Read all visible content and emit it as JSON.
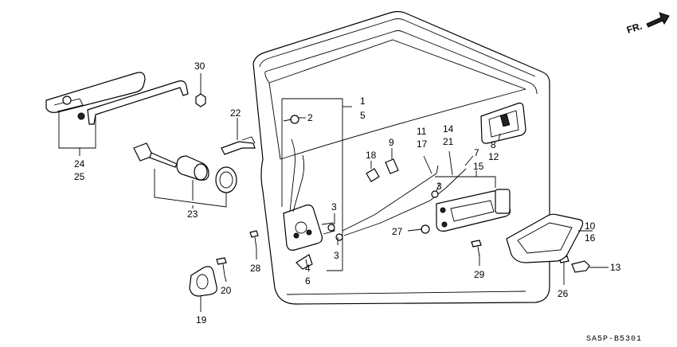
{
  "diagram_code": "SA5P-B5301",
  "direction_label": "FR.",
  "callouts": {
    "c1": "1",
    "c5": "5",
    "c2": "2",
    "c3a": "3",
    "c3b": "3",
    "c3c": "3",
    "c4": "4",
    "c6": "6",
    "c7": "7",
    "c8": "8",
    "c12": "12",
    "c9": "9",
    "c10": "10",
    "c16": "16",
    "c11": "11",
    "c17": "17",
    "c13": "13",
    "c14": "14",
    "c21": "21",
    "c15": "15",
    "c18": "18",
    "c19": "19",
    "c20": "20",
    "c22": "22",
    "c23": "23",
    "c24": "24",
    "c25": "25",
    "c26": "26",
    "c27": "27",
    "c28": "28",
    "c29": "29",
    "c30": "30"
  }
}
